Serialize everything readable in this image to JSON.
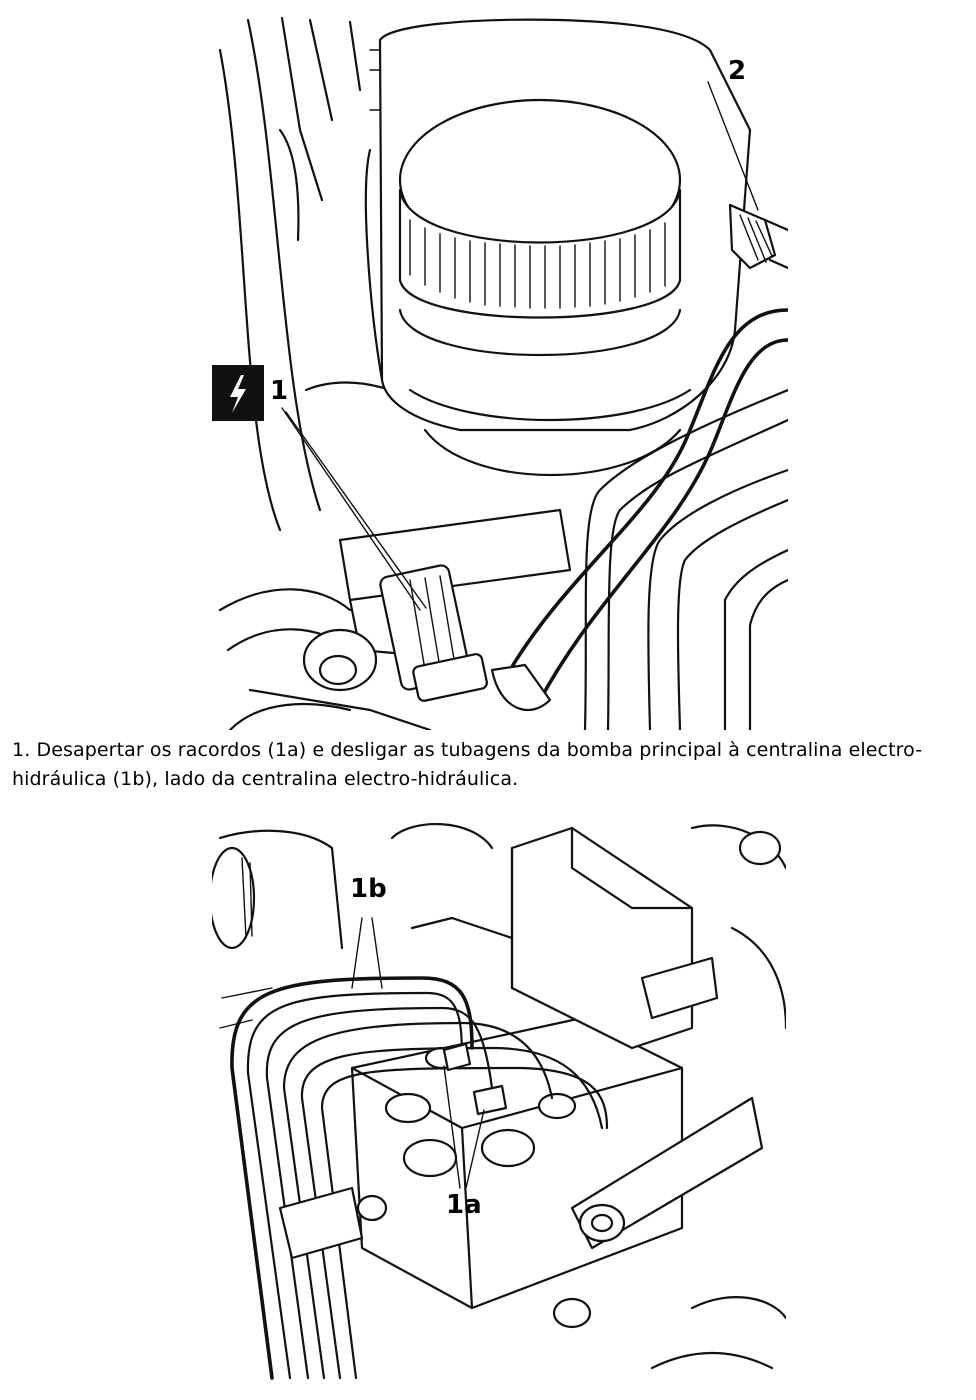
{
  "figure1": {
    "callouts": {
      "label1": "1",
      "label2": "2"
    },
    "warning_icon": "electrical-warning-icon"
  },
  "caption": "1. Desapertar os racordos (1a) e desligar as tubagens da bomba principal à centralina electro-hidráulica (1b), lado da centralina electro-hidráulica.",
  "figure2": {
    "callouts": {
      "label1b": "1b",
      "label1a": "1a"
    }
  }
}
